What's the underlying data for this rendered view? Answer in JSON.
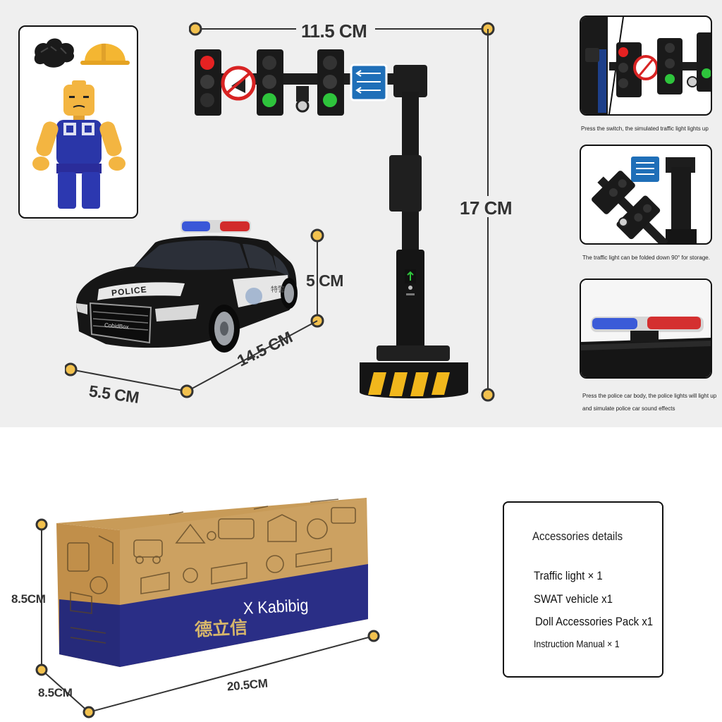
{
  "dimensions": {
    "traffic_light_width": "11.5 CM",
    "traffic_light_height": "17 CM",
    "car_height": "5 CM",
    "car_length": "14.5 CM",
    "car_width": "5.5 CM",
    "box_height": "8.5CM",
    "box_depth": "8.5CM",
    "box_length": "20.5CM"
  },
  "car": {
    "hood_text": "POLICE",
    "grille_badge": "CobidBox",
    "door_text": "特警"
  },
  "captions": {
    "switch": "Press the switch, the simulated traffic light lights up",
    "fold": "The traffic light can be folded down 90° for storage.",
    "police_line1": "Press the police car body, the police lights will light up",
    "police_line2": "and simulate police car sound effects"
  },
  "box": {
    "brand_cn": "德立信",
    "brand_en": "X Kabibig"
  },
  "accessories": {
    "title": "Accessories details",
    "items": [
      "Traffic light × 1",
      "SWAT vehicle x1",
      "Doll Accessories Pack x1",
      "Instruction Manual × 1"
    ]
  },
  "colors": {
    "accent_dot": "#f2c14e",
    "box_kraft": "#c89b58",
    "box_navy": "#2a2e86",
    "light_red": "#e52222",
    "light_green": "#2ec43c",
    "sign_blue": "#1f6fb8",
    "hazard_yellow": "#f1b71c"
  }
}
